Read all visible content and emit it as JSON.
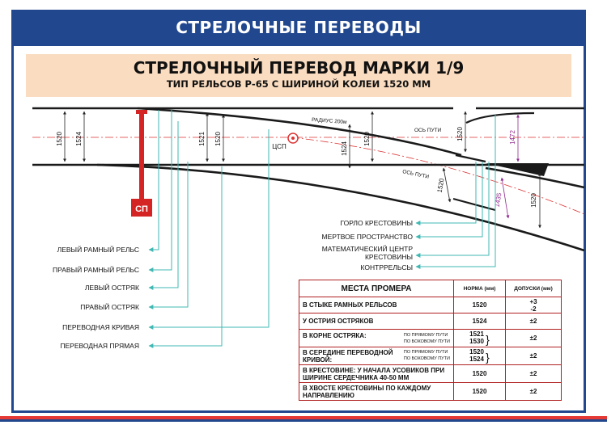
{
  "header": {
    "title": "СТРЕЛОЧНЫЕ ПЕРЕВОДЫ"
  },
  "subheader": {
    "title": "СТРЕЛОЧНЫЙ ПЕРЕВОД МАРКИ 1/9",
    "subtitle": "ТИП РЕЛЬСОВ Р-65 С ШИРИНОЙ КОЛЕИ 1520 ММ"
  },
  "diagram": {
    "dimensions": {
      "d1": "1520",
      "d2": "1524",
      "d3": "1521",
      "d4": "1520",
      "d5": "1524",
      "d6": "1520",
      "d7": "1520",
      "d8": "1520",
      "d9": "1472",
      "d10": "1435",
      "d11": "1520"
    },
    "labels": {
      "radius": "РАДИУС 200м",
      "axis1": "ОСЬ ПУТИ",
      "axis2": "ОСЬ ПУТИ",
      "csp": "ЦСП",
      "sp": "СП"
    },
    "callouts_left": [
      "ЛЕВЫЙ РАМНЫЙ РЕЛЬС",
      "ПРАВЫЙ РАМНЫЙ РЕЛЬС",
      "ЛЕВЫЙ ОСТРЯК",
      "ПРАВЫЙ ОСТРЯК",
      "ПЕРЕВОДНАЯ КРИВАЯ",
      "ПЕРЕВОДНАЯ ПРЯМАЯ"
    ],
    "callouts_right": {
      "throat": "ГОРЛО КРЕСТОВИНЫ",
      "dead_space": "МЕРТВОЕ ПРОСТРАНСТВО",
      "math_center_1": "МАТЕМАТИЧЕСКИЙ ЦЕНТР",
      "math_center_2": "КРЕСТОВИНЫ",
      "guard_rails": "КОНТРРЕЛЬСЫ"
    },
    "colors": {
      "rail": "#1a1a1a",
      "callout": "#3fb8b3",
      "dim_purple": "#8e2a8e",
      "axis_red": "#d33",
      "sp_red": "#d42424"
    }
  },
  "table": {
    "headers": {
      "place": "МЕСТА ПРОМЕРА",
      "norm": "НОРМА (мм)",
      "tolerance": "ДОПУСКИ (мм)"
    },
    "rows": [
      {
        "place": "В СТЫКЕ РАМНЫХ РЕЛЬСОВ",
        "norm": "1520",
        "tol1": "+3",
        "tol2": "-2"
      },
      {
        "place": "У ОСТРИЯ ОСТРЯКОВ",
        "norm": "1524",
        "tol": "±2"
      },
      {
        "place": "В КОРНЕ ОСТРЯКА:",
        "sub1": "ПО ПРЯМОМУ ПУТИ",
        "sub2": "ПО БОКОВОМУ ПУТИ",
        "norm1": "1521",
        "norm2": "1530",
        "tol": "±2"
      },
      {
        "place1": "В СЕРЕДИНЕ ПЕРЕВОДНОЙ",
        "place2": "КРИВОЙ:",
        "sub1": "ПО ПРЯМОМУ ПУТИ",
        "sub2": "ПО БОКОВОМУ ПУТИ",
        "norm1": "1520",
        "norm2": "1524",
        "tol": "±2"
      },
      {
        "place1": "В КРЕСТОВИНЕ: У НАЧАЛА УСОВИКОВ ПРИ",
        "place2": "ШИРИНЕ СЕРДЕЧНИКА 40-50 ММ",
        "norm": "1520",
        "tol": "±2"
      },
      {
        "place1": "В ХВОСТЕ КРЕСТОВИНЫ ПО КАЖДОМУ",
        "place2": "НАПРАВЛЕНИЮ",
        "norm": "1520",
        "tol": "±2"
      }
    ]
  }
}
